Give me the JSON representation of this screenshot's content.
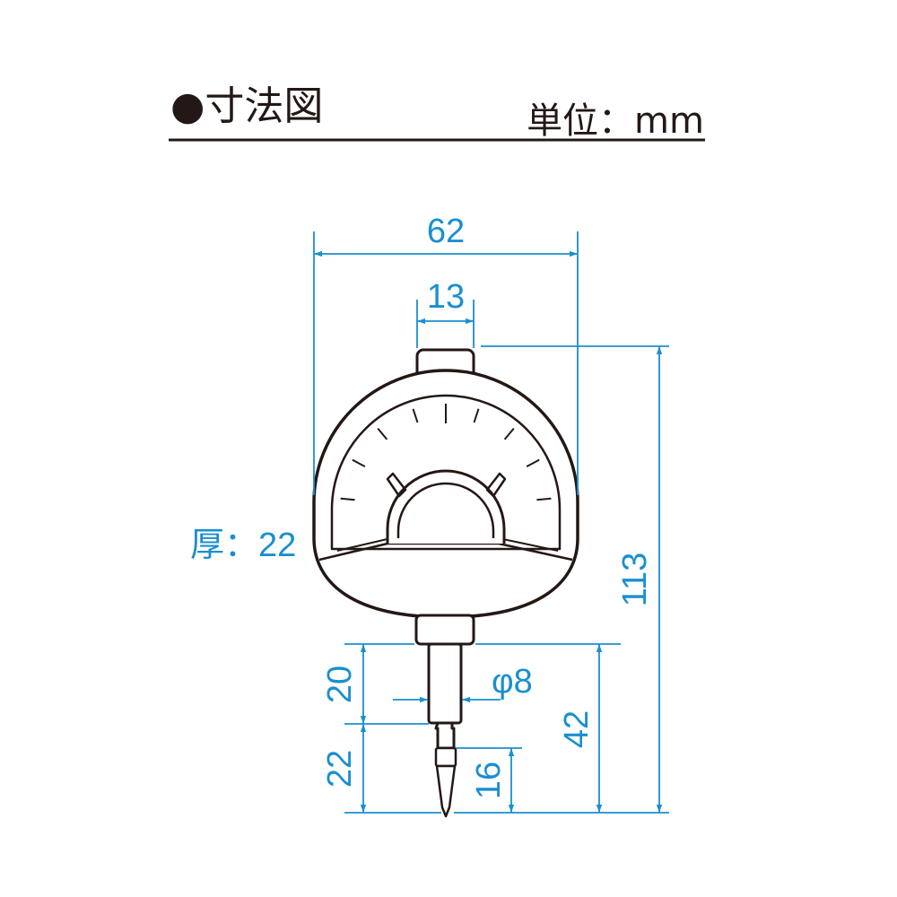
{
  "header": {
    "title": "●寸法図",
    "unit": "単位：mm"
  },
  "dimensions": {
    "overall_width": "62",
    "stem_width": "13",
    "overall_height": "113",
    "thickness": "厚：22",
    "spindle_length": "20",
    "spindle_diameter": "φ8",
    "tip_length": "22",
    "contact_length": "16",
    "lower_length": "42"
  },
  "colors": {
    "dimension": "#1a8fd0",
    "outline": "#231815",
    "background": "#ffffff"
  }
}
